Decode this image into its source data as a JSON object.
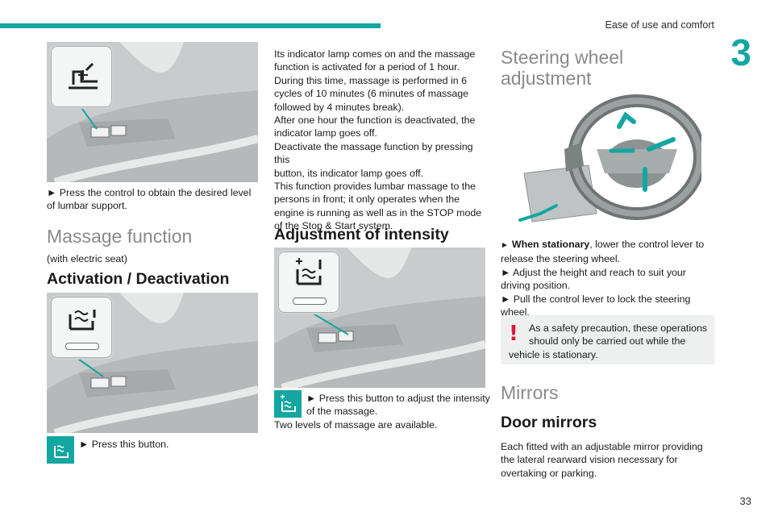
{
  "header": {
    "section_title": "Ease of use and comfort",
    "chapter_number": "3",
    "page_number": "33"
  },
  "col1": {
    "lumbar_instruction_lines": [
      "► Press the control to obtain the desired level",
      "of lumbar support."
    ],
    "massage_heading": "Massage function",
    "massage_subnote": "(with electric seat)",
    "activation_heading": "Activation / Deactivation",
    "press_button_text": "► Press this button."
  },
  "col2": {
    "lines": [
      "Its indicator lamp comes on and the massage",
      "function is activated for a period of 1 hour.",
      "During this time, massage is performed in 6",
      "cycles of 10 minutes (6 minutes of massage",
      "followed by 4 minutes break).",
      "After one hour the function is deactivated, the",
      "indicator lamp goes off.",
      "Deactivate the massage function by pressing this",
      "button, its indicator lamp goes off.",
      "This function provides lumbar massage to the",
      "persons in front; it only operates when the",
      "engine is running as well as in the STOP mode",
      "of the Stop & Start system."
    ],
    "intensity_heading": "Adjustment of intensity",
    "intensity_line1": "► Press this button to adjust the intensity",
    "intensity_line2": "of the massage.",
    "intensity_line3": "Two levels of massage are available."
  },
  "col3": {
    "steering_heading_line1": "Steering wheel",
    "steering_heading_line2": "adjustment",
    "step1_bold": "When stationary",
    "step1_rest": ", lower the control lever to",
    "step1_line2": "release the steering wheel.",
    "step2_line1": "► Adjust the height and reach to suit your",
    "step2_line2": "driving position.",
    "step3_line1": "► Pull the control lever to lock the steering",
    "step3_line2": "wheel.",
    "warning_line1": "As a safety precaution, these operations",
    "warning_line2": "should only be carried out while the",
    "warning_line3": "vehicle is stationary.",
    "mirrors_heading": "Mirrors",
    "door_mirrors_heading": "Door mirrors",
    "door_lines": [
      "Each fitted with an adjustable mirror providing",
      "the lateral rearward vision necessary for",
      "overtaking or parking."
    ]
  },
  "colors": {
    "accent": "#14a6a1",
    "warning": "#e0163a",
    "heading_grey": "#8a8a8a"
  },
  "icons": [
    "lumbar-seat-icon",
    "massage-seat-icon",
    "massage-intensity-icon",
    "steering-wheel-illustration",
    "warning-exclamation-icon"
  ]
}
